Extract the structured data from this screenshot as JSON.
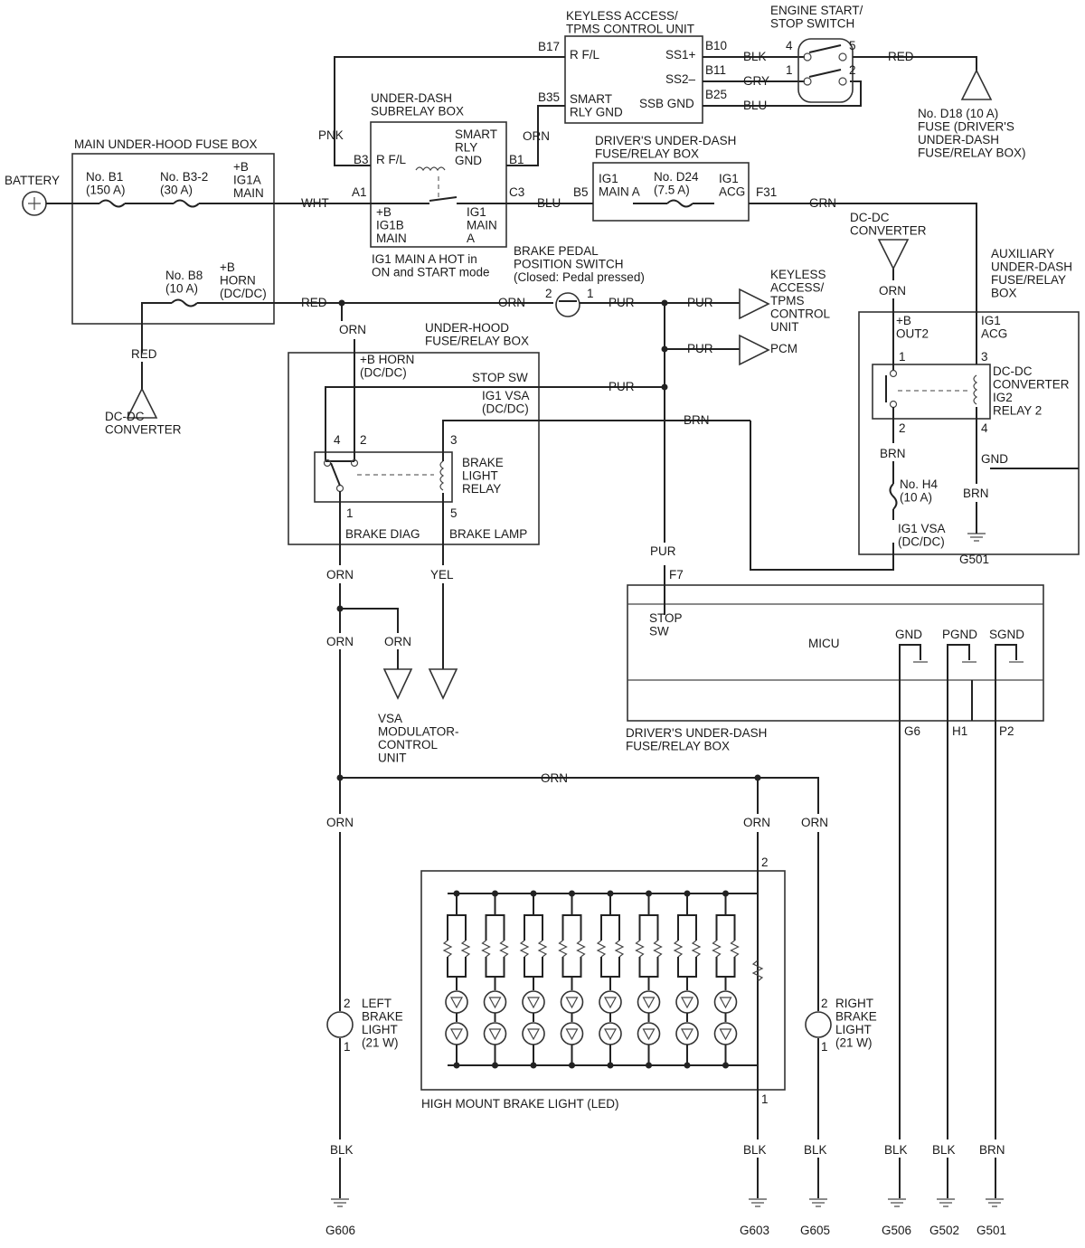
{
  "labels": [
    {
      "id": "battery",
      "lines": [
        "BATTERY"
      ]
    },
    {
      "id": "main-fuse-box",
      "lines": [
        "MAIN UNDER-HOOD FUSE BOX"
      ]
    },
    {
      "id": "fuse-b1",
      "lines": [
        "No. B1",
        "(150 A)"
      ]
    },
    {
      "id": "fuse-b3-2",
      "lines": [
        "No. B3-2",
        "(30 A)"
      ]
    },
    {
      "id": "ig1a-main",
      "lines": [
        "+B",
        "IG1A",
        "MAIN"
      ]
    },
    {
      "id": "fuse-b8",
      "lines": [
        "No. B8",
        "(10 A)"
      ]
    },
    {
      "id": "horn-dcdc",
      "lines": [
        "+B",
        "HORN",
        "(DC/DC)"
      ]
    },
    {
      "id": "wire-wht",
      "lines": [
        "WHT"
      ]
    },
    {
      "id": "wire-red-1",
      "lines": [
        "RED"
      ]
    },
    {
      "id": "wire-red-2",
      "lines": [
        "RED"
      ]
    },
    {
      "id": "dcdc-converter-1",
      "lines": [
        "DC-DC",
        "CONVERTER"
      ]
    },
    {
      "id": "wire-pnk",
      "lines": [
        "PNK"
      ]
    },
    {
      "id": "subrelay-box",
      "lines": [
        "UNDER-DASH",
        "SUBRELAY BOX"
      ]
    },
    {
      "id": "pin-b3",
      "lines": [
        "B3"
      ]
    },
    {
      "id": "rfl-1",
      "lines": [
        "R F/L"
      ]
    },
    {
      "id": "smart-rly-gnd",
      "lines": [
        "SMART",
        "RLY",
        "GND"
      ]
    },
    {
      "id": "pin-b1",
      "lines": [
        "B1"
      ]
    },
    {
      "id": "pin-a1",
      "lines": [
        "A1"
      ]
    },
    {
      "id": "ig1b-main",
      "lines": [
        "+B",
        "IG1B",
        "MAIN"
      ]
    },
    {
      "id": "ig1-main-a-1",
      "lines": [
        "IG1",
        "MAIN",
        "A"
      ]
    },
    {
      "id": "pin-c3",
      "lines": [
        "C3"
      ]
    },
    {
      "id": "ig1-hot-note",
      "lines": [
        "IG1 MAIN A HOT in",
        "ON and START mode"
      ]
    },
    {
      "id": "keyless-unit",
      "lines": [
        "KEYLESS ACCESS/",
        "TPMS CONTROL UNIT"
      ]
    },
    {
      "id": "pin-b17",
      "lines": [
        "B17"
      ]
    },
    {
      "id": "rfl-2",
      "lines": [
        "R F/L"
      ]
    },
    {
      "id": "pin-b35",
      "lines": [
        "B35"
      ]
    },
    {
      "id": "smart-rly-gnd-2",
      "lines": [
        "SMART",
        "RLY GND"
      ]
    },
    {
      "id": "ss1",
      "lines": [
        "SS1+"
      ]
    },
    {
      "id": "ss2",
      "lines": [
        "SS2–"
      ]
    },
    {
      "id": "ssb-gnd",
      "lines": [
        "SSB GND"
      ]
    },
    {
      "id": "pin-b10",
      "lines": [
        "B10"
      ]
    },
    {
      "id": "pin-b11",
      "lines": [
        "B11"
      ]
    },
    {
      "id": "pin-b25",
      "lines": [
        "B25"
      ]
    },
    {
      "id": "wire-blk-1",
      "lines": [
        "BLK"
      ]
    },
    {
      "id": "wire-gry",
      "lines": [
        "GRY"
      ]
    },
    {
      "id": "wire-blu-1",
      "lines": [
        "BLU"
      ]
    },
    {
      "id": "start-stop-switch",
      "lines": [
        "ENGINE START/",
        "STOP SWITCH"
      ]
    },
    {
      "id": "pin-4",
      "lines": [
        "4"
      ]
    },
    {
      "id": "pin-5",
      "lines": [
        "5"
      ]
    },
    {
      "id": "pin-1",
      "lines": [
        "1"
      ]
    },
    {
      "id": "pin-2",
      "lines": [
        "2"
      ]
    },
    {
      "id": "wire-red-3",
      "lines": [
        "RED"
      ]
    },
    {
      "id": "fuse-d18",
      "lines": [
        "No. D18 (10 A)",
        "FUSE (DRIVER'S",
        "UNDER-DASH",
        "FUSE/RELAY BOX)"
      ]
    },
    {
      "id": "wire-orn-1",
      "lines": [
        "ORN"
      ]
    },
    {
      "id": "drivers-box-1",
      "lines": [
        "DRIVER'S UNDER-DASH",
        "FUSE/RELAY BOX"
      ]
    },
    {
      "id": "pin-b5",
      "lines": [
        "B5"
      ]
    },
    {
      "id": "ig1-main-a-2",
      "lines": [
        "IG1",
        "MAIN A"
      ]
    },
    {
      "id": "fuse-d24",
      "lines": [
        "No. D24",
        "(7.5 A)"
      ]
    },
    {
      "id": "ig1-acg",
      "lines": [
        "IG1",
        "ACG"
      ]
    },
    {
      "id": "pin-f31",
      "lines": [
        "F31"
      ]
    },
    {
      "id": "wire-blu-2",
      "lines": [
        "BLU"
      ]
    },
    {
      "id": "wire-grn",
      "lines": [
        "GRN"
      ]
    },
    {
      "id": "brake-pedal-switch",
      "lines": [
        "BRAKE PEDAL",
        "POSITION SWITCH",
        "(Closed: Pedal pressed)"
      ]
    },
    {
      "id": "wire-orn-2",
      "lines": [
        "ORN"
      ]
    },
    {
      "id": "sw-pin-2",
      "lines": [
        "2"
      ]
    },
    {
      "id": "sw-pin-1",
      "lines": [
        "1"
      ]
    },
    {
      "id": "wire-pur-1",
      "lines": [
        "PUR"
      ]
    },
    {
      "id": "wire-pur-2",
      "lines": [
        "PUR"
      ]
    },
    {
      "id": "wire-pur-3",
      "lines": [
        "PUR"
      ]
    },
    {
      "id": "keyless-unit-2",
      "lines": [
        "KEYLESS",
        "ACCESS/",
        "TPMS",
        "CONTROL",
        "UNIT"
      ]
    },
    {
      "id": "pcm",
      "lines": [
        "PCM"
      ]
    },
    {
      "id": "wire-orn-3",
      "lines": [
        "ORN"
      ]
    },
    {
      "id": "underhood-box",
      "lines": [
        "UNDER-HOOD",
        "FUSE/RELAY BOX"
      ]
    },
    {
      "id": "horn-dcdc-2",
      "lines": [
        "+B HORN",
        "(DC/DC)"
      ]
    },
    {
      "id": "stop-sw",
      "lines": [
        "STOP SW"
      ]
    },
    {
      "id": "ig1-vsa",
      "lines": [
        "IG1 VSA",
        "(DC/DC)"
      ]
    },
    {
      "id": "wire-pur-4",
      "lines": [
        "PUR"
      ]
    },
    {
      "id": "wire-brn-1",
      "lines": [
        "BRN"
      ]
    },
    {
      "id": "rly-pin-4",
      "lines": [
        "4"
      ]
    },
    {
      "id": "rly-pin-2",
      "lines": [
        "2"
      ]
    },
    {
      "id": "rly-pin-3",
      "lines": [
        "3"
      ]
    },
    {
      "id": "brake-light-relay",
      "lines": [
        "BRAKE",
        "LIGHT",
        "RELAY"
      ]
    },
    {
      "id": "rly-pin-1",
      "lines": [
        "1"
      ]
    },
    {
      "id": "rly-pin-5",
      "lines": [
        "5"
      ]
    },
    {
      "id": "brake-diag",
      "lines": [
        "BRAKE DIAG"
      ]
    },
    {
      "id": "brake-lamp",
      "lines": [
        "BRAKE LAMP"
      ]
    },
    {
      "id": "wire-orn-4",
      "lines": [
        "ORN"
      ]
    },
    {
      "id": "wire-yel",
      "lines": [
        "YEL"
      ]
    },
    {
      "id": "wire-orn-5",
      "lines": [
        "ORN"
      ]
    },
    {
      "id": "wire-orn-6",
      "lines": [
        "ORN"
      ]
    },
    {
      "id": "vsa-unit",
      "lines": [
        "VSA",
        "MODULATOR-",
        "CONTROL",
        "UNIT"
      ]
    },
    {
      "id": "dcdc-converter-2",
      "lines": [
        "DC-DC",
        "CONVERTER"
      ]
    },
    {
      "id": "wire-orn-7",
      "lines": [
        "ORN"
      ]
    },
    {
      "id": "aux-box",
      "lines": [
        "AUXILIARY",
        "UNDER-DASH",
        "FUSE/RELAY",
        "BOX"
      ]
    },
    {
      "id": "out2",
      "lines": [
        "+B",
        "OUT2"
      ]
    },
    {
      "id": "ig1-acg-2",
      "lines": [
        "IG1",
        "ACG"
      ]
    },
    {
      "id": "aux-pin-1",
      "lines": [
        "1"
      ]
    },
    {
      "id": "aux-pin-3",
      "lines": [
        "3"
      ]
    },
    {
      "id": "ig2-relay",
      "lines": [
        "DC-DC",
        "CONVERTER",
        "IG2",
        "RELAY 2"
      ]
    },
    {
      "id": "aux-pin-2",
      "lines": [
        "2"
      ]
    },
    {
      "id": "aux-pin-4",
      "lines": [
        "4"
      ]
    },
    {
      "id": "wire-brn-2",
      "lines": [
        "BRN"
      ]
    },
    {
      "id": "gnd-1",
      "lines": [
        "GND"
      ]
    },
    {
      "id": "fuse-h4",
      "lines": [
        "No. H4",
        "(10 A)"
      ]
    },
    {
      "id": "wire-brn-3",
      "lines": [
        "BRN"
      ]
    },
    {
      "id": "ig1-vsa-2",
      "lines": [
        "IG1 VSA",
        "(DC/DC)"
      ]
    },
    {
      "id": "g501-a",
      "lines": [
        "G501"
      ]
    },
    {
      "id": "wire-pur-5",
      "lines": [
        "PUR"
      ]
    },
    {
      "id": "pin-f7",
      "lines": [
        "F7"
      ]
    },
    {
      "id": "stop-sw-2",
      "lines": [
        "STOP",
        "SW"
      ]
    },
    {
      "id": "micu",
      "lines": [
        "MICU"
      ]
    },
    {
      "id": "gnd-2",
      "lines": [
        "GND"
      ]
    },
    {
      "id": "pgnd",
      "lines": [
        "PGND"
      ]
    },
    {
      "id": "sgnd",
      "lines": [
        "SGND"
      ]
    },
    {
      "id": "drivers-box-2",
      "lines": [
        "DRIVER'S UNDER-DASH",
        "FUSE/RELAY BOX"
      ]
    },
    {
      "id": "pin-g6",
      "lines": [
        "G6"
      ]
    },
    {
      "id": "pin-h1",
      "lines": [
        "H1"
      ]
    },
    {
      "id": "pin-p2",
      "lines": [
        "P2"
      ]
    },
    {
      "id": "wire-orn-8",
      "lines": [
        "ORN"
      ]
    },
    {
      "id": "wire-orn-9",
      "lines": [
        "ORN"
      ]
    },
    {
      "id": "wire-orn-10",
      "lines": [
        "ORN"
      ]
    },
    {
      "id": "wire-orn-11",
      "lines": [
        "ORN"
      ]
    },
    {
      "id": "hm-pin-2",
      "lines": [
        "2"
      ]
    },
    {
      "id": "hm-pin-1",
      "lines": [
        "1"
      ]
    },
    {
      "id": "high-mount-light",
      "lines": [
        "HIGH MOUNT BRAKE LIGHT (LED)"
      ]
    },
    {
      "id": "lb-pin-2",
      "lines": [
        "2"
      ]
    },
    {
      "id": "lb-pin-1",
      "lines": [
        "1"
      ]
    },
    {
      "id": "left-brake-light",
      "lines": [
        "LEFT",
        "BRAKE",
        "LIGHT",
        "(21 W)"
      ]
    },
    {
      "id": "rb-pin-2",
      "lines": [
        "2"
      ]
    },
    {
      "id": "rb-pin-1",
      "lines": [
        "1"
      ]
    },
    {
      "id": "right-brake-light",
      "lines": [
        "RIGHT",
        "BRAKE",
        "LIGHT",
        "(21 W)"
      ]
    },
    {
      "id": "wire-blk-2",
      "lines": [
        "BLK"
      ]
    },
    {
      "id": "wire-blk-3",
      "lines": [
        "BLK"
      ]
    },
    {
      "id": "wire-blk-4",
      "lines": [
        "BLK"
      ]
    },
    {
      "id": "wire-blk-5",
      "lines": [
        "BLK"
      ]
    },
    {
      "id": "wire-blk-6",
      "lines": [
        "BLK"
      ]
    },
    {
      "id": "wire-brn-4",
      "lines": [
        "BRN"
      ]
    },
    {
      "id": "g606",
      "lines": [
        "G606"
      ]
    },
    {
      "id": "g603",
      "lines": [
        "G603"
      ]
    },
    {
      "id": "g605",
      "lines": [
        "G605"
      ]
    },
    {
      "id": "g506",
      "lines": [
        "G506"
      ]
    },
    {
      "id": "g502",
      "lines": [
        "G502"
      ]
    },
    {
      "id": "g501-b",
      "lines": [
        "G501"
      ]
    }
  ]
}
